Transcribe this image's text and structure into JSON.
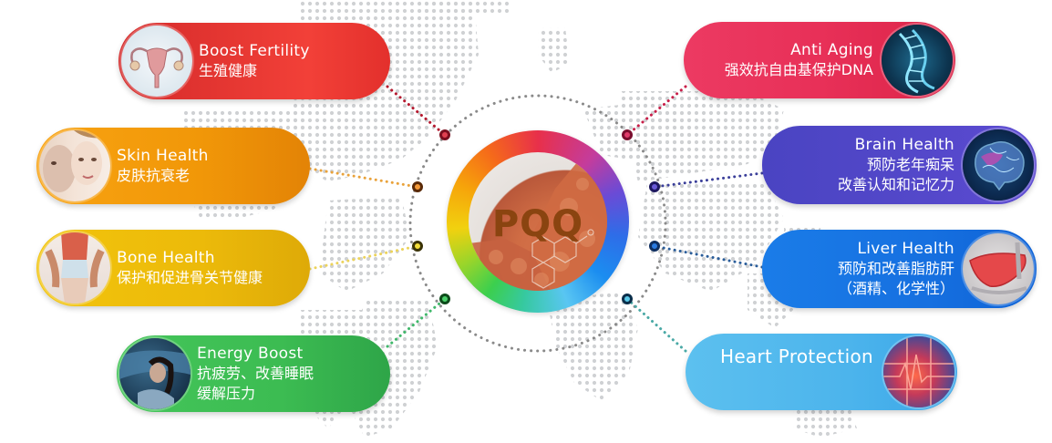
{
  "center": {
    "label": "PQQ",
    "ring_colors": [
      "#e8304a",
      "#6a4bd6",
      "#1b8df0",
      "#59c6f2",
      "#3ccf4e",
      "#f1d10f",
      "#f6a40a",
      "#f56a1a"
    ],
    "label_color": "#8a4410"
  },
  "benefits": [
    {
      "id": "boost-fertility",
      "en": "Boost Fertility",
      "zh": [
        "生殖健康"
      ],
      "icon": "uterus-icon",
      "color_start": "#d42a2a",
      "color_end": "#f24038",
      "side": "left",
      "node_color": "#a3162a"
    },
    {
      "id": "skin-health",
      "en": "Skin Health",
      "zh": [
        "皮肤抗衰老"
      ],
      "icon": "face-icon",
      "color_start": "#f8a312",
      "color_end": "#e98506",
      "side": "left",
      "node_color": "#e98a1a"
    },
    {
      "id": "bone-health",
      "en": "Bone Health",
      "zh": [
        "保护和促进骨关节健康"
      ],
      "icon": "knee-joint-icon",
      "color_start": "#f2c40c",
      "color_end": "#e4ac08",
      "side": "left",
      "node_color": "#e7c51c"
    },
    {
      "id": "energy-boost",
      "en": "Energy Boost",
      "zh": [
        "抗疲劳、改善睡眠",
        "缓解压力"
      ],
      "icon": "sleeping-woman-icon",
      "color_start": "#44c55a",
      "color_end": "#2fa64a",
      "side": "left",
      "node_color": "#2fb050"
    },
    {
      "id": "anti-aging",
      "en": "Anti Aging",
      "zh": [
        "强效抗自由基保护DNA"
      ],
      "icon": "dna-icon",
      "color_start": "#f0406a",
      "color_end": "#e02448",
      "side": "right",
      "node_color": "#c81e48"
    },
    {
      "id": "brain-health",
      "en": "Brain Health",
      "zh": [
        "预防老年痴呆",
        "改善认知和记忆力"
      ],
      "icon": "brain-icon",
      "color_start": "#5048c8",
      "color_end": "#5c4ad0",
      "side": "right",
      "node_color": "#3c2f9c"
    },
    {
      "id": "liver-health",
      "en": "Liver Health",
      "zh": [
        "预防和改善脂肪肝",
        "（酒精、化学性）"
      ],
      "icon": "liver-icon",
      "color_start": "#1a78e8",
      "color_end": "#0e66d8",
      "side": "right",
      "node_color": "#1a5aa8"
    },
    {
      "id": "heart-protection",
      "en": "Heart Protection",
      "zh": [],
      "icon": "heart-icon",
      "color_start": "#5cc0ef",
      "color_end": "#3aa6e8",
      "side": "right",
      "node_color": "#1f7fa6"
    }
  ]
}
